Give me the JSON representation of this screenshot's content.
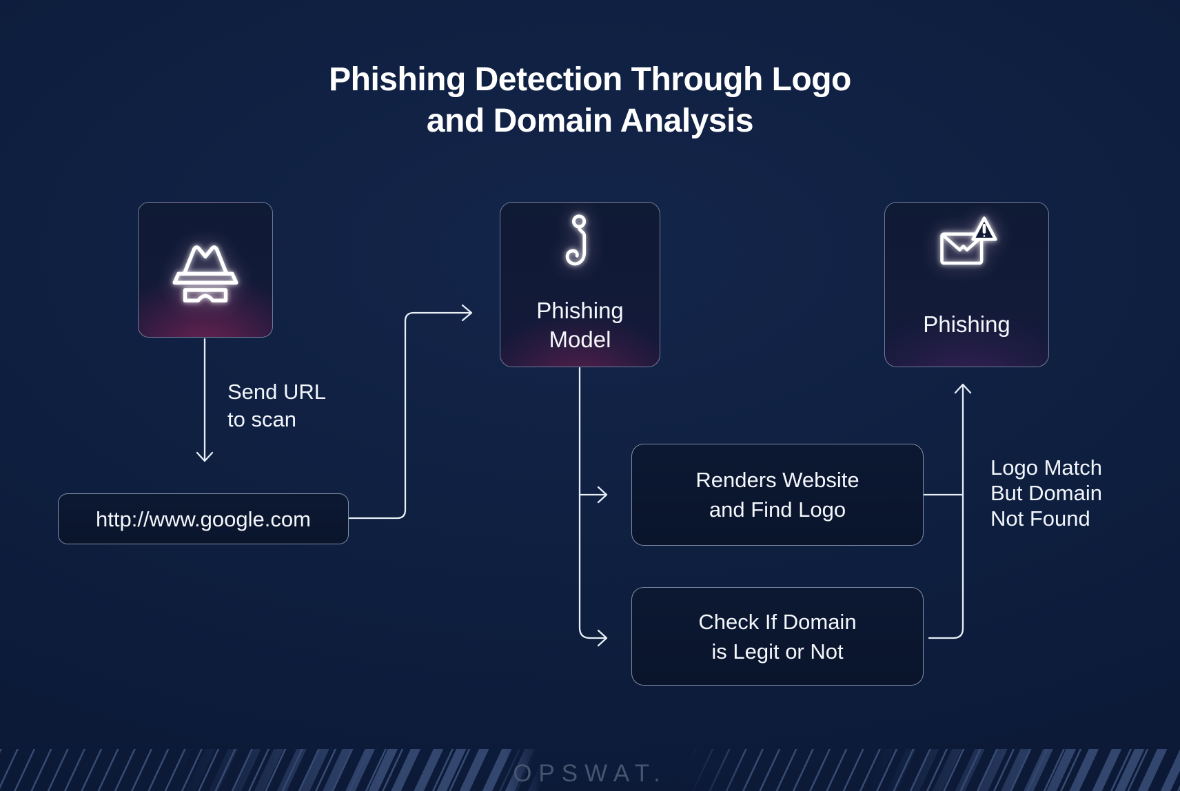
{
  "title": {
    "lines": [
      "Phishing Detection Through Logo",
      "and Domain Analysis"
    ]
  },
  "nodes": {
    "attacker": {
      "icon": "spy-incognito-icon"
    },
    "url": {
      "value": "http://www.google.com"
    },
    "model": {
      "icon": "fish-hook-icon",
      "lines": [
        "Phishing",
        "Model"
      ]
    },
    "renders": {
      "lines": [
        "Renders Website",
        "and Find Logo"
      ]
    },
    "check": {
      "lines": [
        "Check If Domain",
        "is Legit or Not"
      ]
    },
    "result": {
      "icon": "mail-warning-icon",
      "label": "Phishing"
    }
  },
  "edges": {
    "send_url": {
      "lines": [
        "Send URL",
        "to scan"
      ]
    },
    "logo_match": {
      "lines": [
        "Logo Match",
        "But Domain",
        "Not Found"
      ]
    }
  },
  "footer": {
    "brand": "OPSWAT."
  },
  "colors": {
    "background": "#0d1d3c",
    "card_glow": "#8e265c",
    "connector": "#e9eff7",
    "node_fill": "#0b1730",
    "node_border": "#aabcd6",
    "footer_stripe": "#33466e",
    "brand_text": "#46546e",
    "text": "#f4f7fb"
  }
}
